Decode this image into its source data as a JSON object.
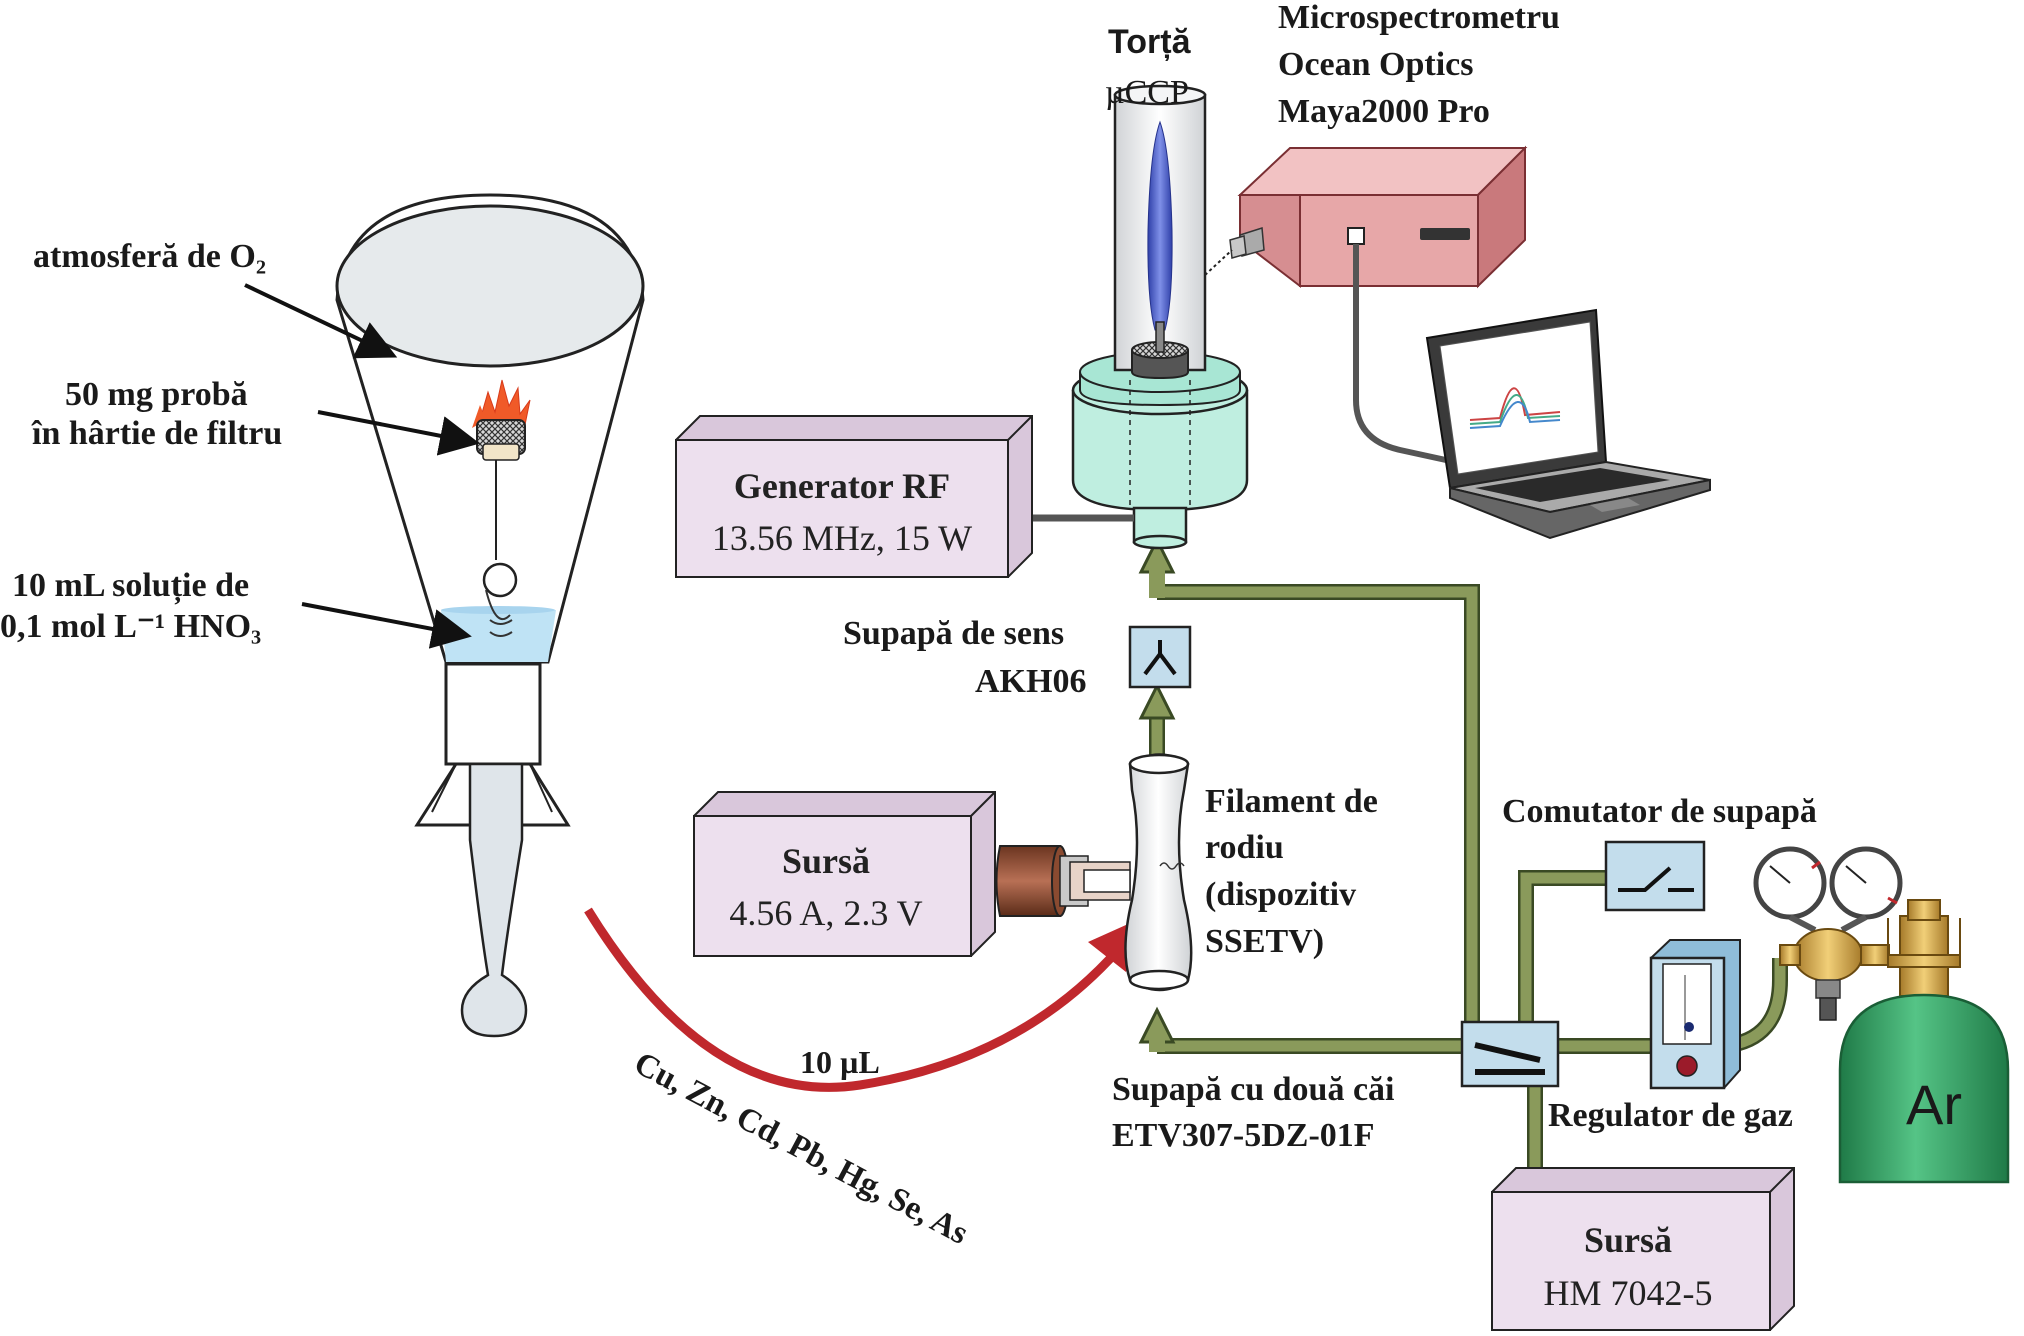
{
  "labels": {
    "atmosphere": "atmosferă de O₂",
    "sample_line1": "50 mg probă",
    "sample_line2": "în hârtie de filtru",
    "solution_line1": "10 mL soluție de",
    "solution_line2": "0,1 mol L⁻¹ HNO₃",
    "torch_line1": "Torță",
    "torch_line2": "µCCP",
    "spectro_line1": "Microspectrometru",
    "spectro_line2": "Ocean Optics",
    "spectro_line3": "Maya2000 Pro",
    "check_valve_line1": "Supapă de sens",
    "check_valve_line2": "AKH06",
    "filament_line1": "Filament de",
    "filament_line2": "rodiu",
    "filament_line3": "(dispozitiv",
    "filament_line4": "SSETV)",
    "switch_label": "Comutator de supapă",
    "twoway_line1": "Supapă cu două căi",
    "twoway_line2": "ETV307-5DZ-01F",
    "regulator_label": "Regulator de gaz",
    "volume": "10 µL",
    "elements": "Cu, Zn, Cd, Pb, Hg, Se, As",
    "argon": "Ar"
  },
  "boxes": {
    "rf_line1": "Generator RF",
    "rf_line2": "13.56 MHz, 15 W",
    "source1_line1": "Sursă",
    "source1_line2": "4.56 A, 2.3 V",
    "source2_line1": "Sursă",
    "source2_line2": "HM 7042-5"
  },
  "colors": {
    "box_fill": "#ede0ee",
    "tube_fill": "#8a9a5b",
    "arrow_red": "#c0282d",
    "flask_fill": "#e8eef2",
    "solution_blue": "#bfe3f5",
    "spectrometer": "#e7a7a8",
    "cylinder": "#2e9d62",
    "torch_base": "#bfeee0"
  }
}
